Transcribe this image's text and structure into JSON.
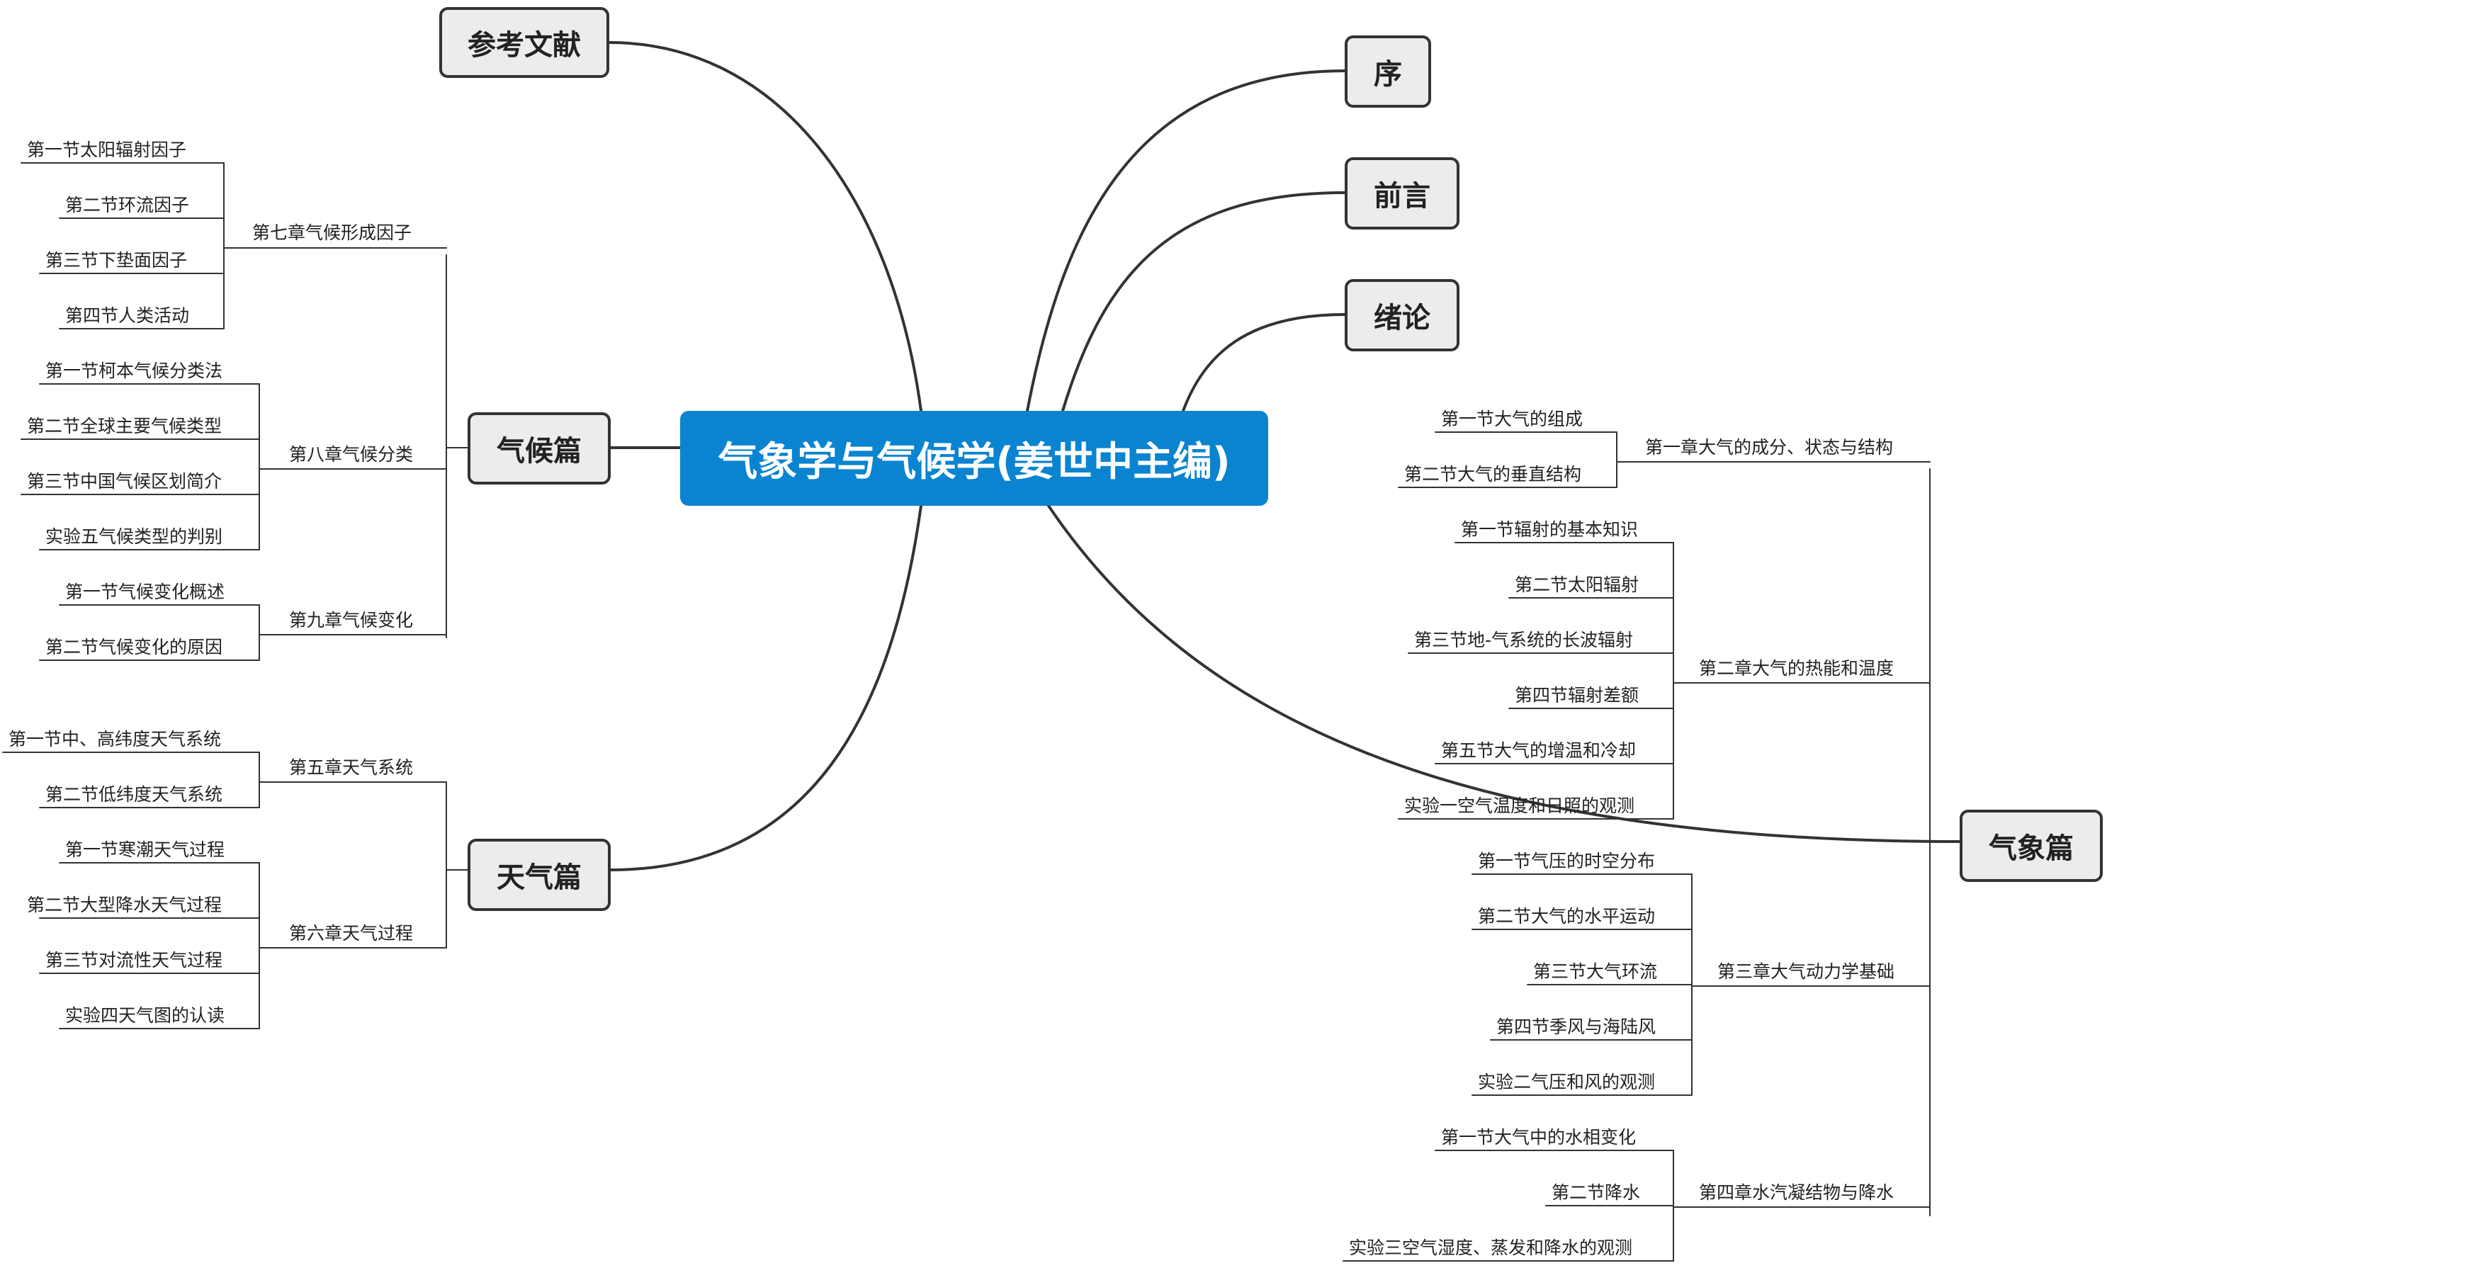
{
  "central": {
    "text": "气象学与气候学(姜世中主编)"
  },
  "branches": {
    "references": "参考文献",
    "preface": "序",
    "foreword": "前言",
    "intro": "绪论",
    "climate": "气候篇",
    "weather": "天气篇",
    "meteorology": "气象篇"
  },
  "climate": {
    "ch7": {
      "label": "第七章气候形成因子",
      "items": [
        "第一节太阳辐射因子",
        "第二节环流因子",
        "第三节下垫面因子",
        "第四节人类活动"
      ]
    },
    "ch8": {
      "label": "第八章气候分类",
      "items": [
        "第一节柯本气候分类法",
        "第二节全球主要气候类型",
        "第三节中国气候区划简介",
        "实验五气候类型的判别"
      ]
    },
    "ch9": {
      "label": "第九章气候变化",
      "items": [
        "第一节气候变化概述",
        "第二节气候变化的原因"
      ]
    }
  },
  "weather": {
    "ch5": {
      "label": "第五章天气系统",
      "items": [
        "第一节中、高纬度天气系统",
        "第二节低纬度天气系统"
      ]
    },
    "ch6": {
      "label": "第六章天气过程",
      "items": [
        "第一节寒潮天气过程",
        "第二节大型降水天气过程",
        "第三节对流性天气过程",
        "实验四天气图的认读"
      ]
    }
  },
  "meteorology": {
    "ch1": {
      "label": "第一章大气的成分、状态与结构",
      "items": [
        "第一节大气的组成",
        "第二节大气的垂直结构"
      ]
    },
    "ch2": {
      "label": "第二章大气的热能和温度",
      "items": [
        "第一节辐射的基本知识",
        "第二节太阳辐射",
        "第三节地-气系统的长波辐射",
        "第四节辐射差额",
        "第五节大气的增温和冷却",
        "实验一空气温度和日照的观测"
      ]
    },
    "ch3": {
      "label": "第三章大气动力学基础",
      "items": [
        "第一节气压的时空分布",
        "第二节大气的水平运动",
        "第三节大气环流",
        "第四节季风与海陆风",
        "实验二气压和风的观测"
      ]
    },
    "ch4": {
      "label": "第四章水汽凝结物与降水",
      "items": [
        "第一节大气中的水相变化",
        "第二节降水",
        "实验三空气湿度、蒸发和降水的观测"
      ]
    }
  },
  "colors": {
    "central_bg": "#0a84d0",
    "branch_bg": "#ececec",
    "line": "#333333"
  }
}
